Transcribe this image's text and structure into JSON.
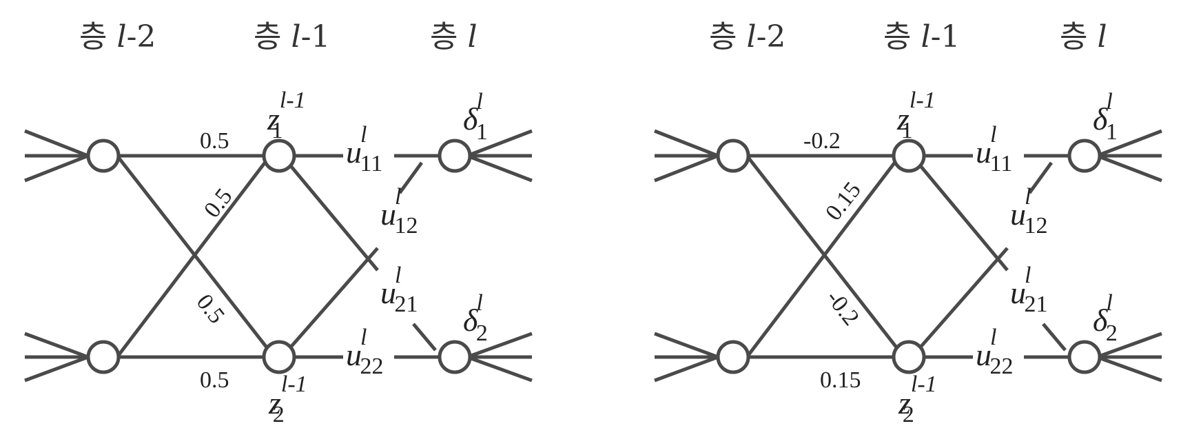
{
  "layer_prefix": "층",
  "panels": [
    {
      "headers": [
        {
          "var": "l",
          "suffix": "-2"
        },
        {
          "var": "l",
          "suffix": "-1"
        },
        {
          "var": "l",
          "suffix": ""
        }
      ],
      "weights": {
        "top_horizontal": "0.5",
        "bottom_to_top_diagonal": "0.5",
        "top_to_bottom_diagonal": "0.5",
        "bottom_horizontal": "0.5"
      },
      "hidden_nodes": {
        "top": {
          "var": "z",
          "sub": "1",
          "sup": "l-1"
        },
        "bottom": {
          "var": "z",
          "sub": "2",
          "sup": "l-1"
        }
      },
      "output_weights": [
        {
          "var": "u",
          "sub": "11",
          "sup": "l"
        },
        {
          "var": "u",
          "sub": "12",
          "sup": "l"
        },
        {
          "var": "u",
          "sub": "21",
          "sup": "l"
        },
        {
          "var": "u",
          "sub": "22",
          "sup": "l"
        }
      ],
      "deltas": [
        {
          "var": "δ",
          "sub": "1",
          "sup": "l"
        },
        {
          "var": "δ",
          "sub": "2",
          "sup": "l"
        }
      ]
    },
    {
      "headers": [
        {
          "var": "l",
          "suffix": "-2"
        },
        {
          "var": "l",
          "suffix": "-1"
        },
        {
          "var": "l",
          "suffix": ""
        }
      ],
      "weights": {
        "top_horizontal": "-0.2",
        "bottom_to_top_diagonal": "0.15",
        "top_to_bottom_diagonal": "-0.2",
        "bottom_horizontal": "0.15"
      },
      "hidden_nodes": {
        "top": {
          "var": "z",
          "sub": "1",
          "sup": "l-1"
        },
        "bottom": {
          "var": "z",
          "sub": "2",
          "sup": "l-1"
        }
      },
      "output_weights": [
        {
          "var": "u",
          "sub": "11",
          "sup": "l"
        },
        {
          "var": "u",
          "sub": "12",
          "sup": "l"
        },
        {
          "var": "u",
          "sub": "21",
          "sup": "l"
        },
        {
          "var": "u",
          "sub": "22",
          "sup": "l"
        }
      ],
      "deltas": [
        {
          "var": "δ",
          "sub": "1",
          "sup": "l"
        },
        {
          "var": "δ",
          "sub": "2",
          "sup": "l"
        }
      ]
    }
  ],
  "colors": {
    "line": "#4a4a4a",
    "text": "#222222",
    "node_fill": "#ffffff"
  }
}
